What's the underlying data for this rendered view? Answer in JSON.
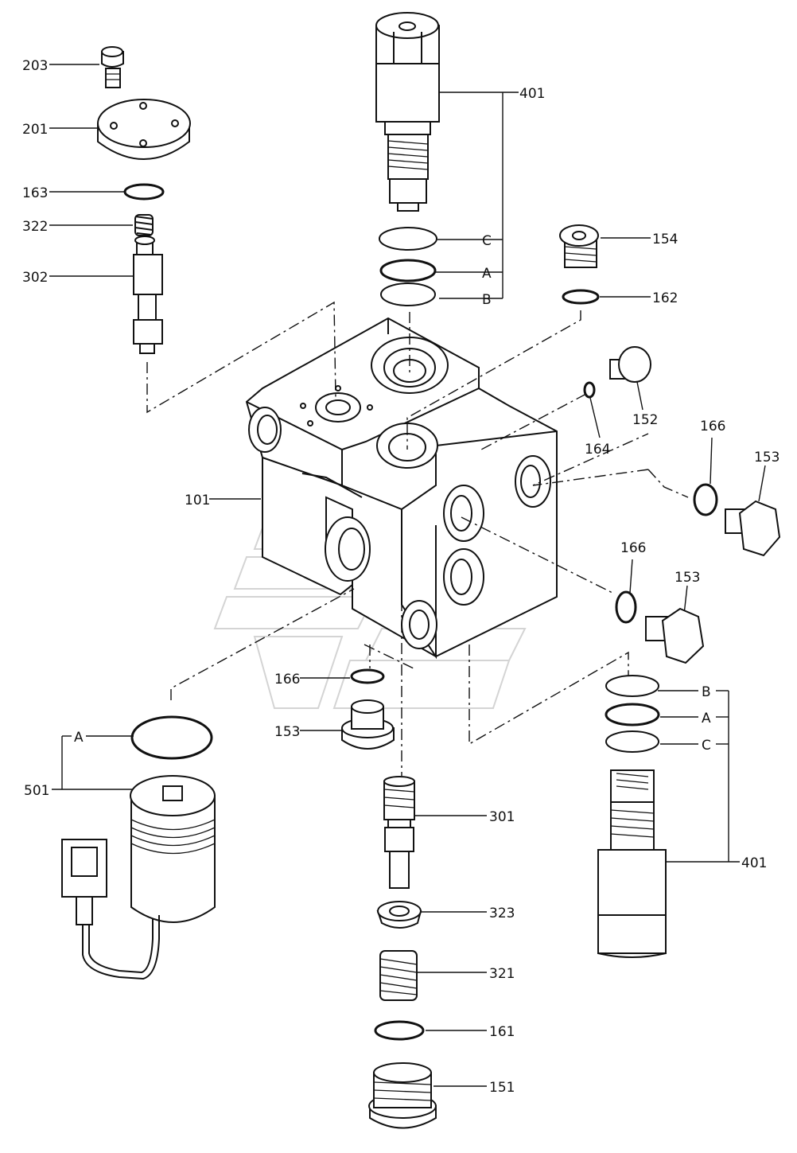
{
  "callouts": {
    "c203": "203",
    "c201": "201",
    "c163": "163",
    "c322": "322",
    "c302": "302",
    "c401_top": "401",
    "c154": "154",
    "c162": "162",
    "c_top_C": "C",
    "c_top_A": "A",
    "c_top_B": "B",
    "c152": "152",
    "c164": "164",
    "c166_right_top": "166",
    "c153_right_top": "153",
    "c101": "101",
    "c166_right_mid": "166",
    "c153_right_mid": "153",
    "c166_bottom": "166",
    "c153_bottom": "153",
    "c_right_B": "B",
    "c_right_A": "A",
    "c_right_C": "C",
    "c501_A": "A",
    "c501": "501",
    "c301": "301",
    "c401_right": "401",
    "c323": "323",
    "c321": "321",
    "c161": "161",
    "c151": "151"
  }
}
